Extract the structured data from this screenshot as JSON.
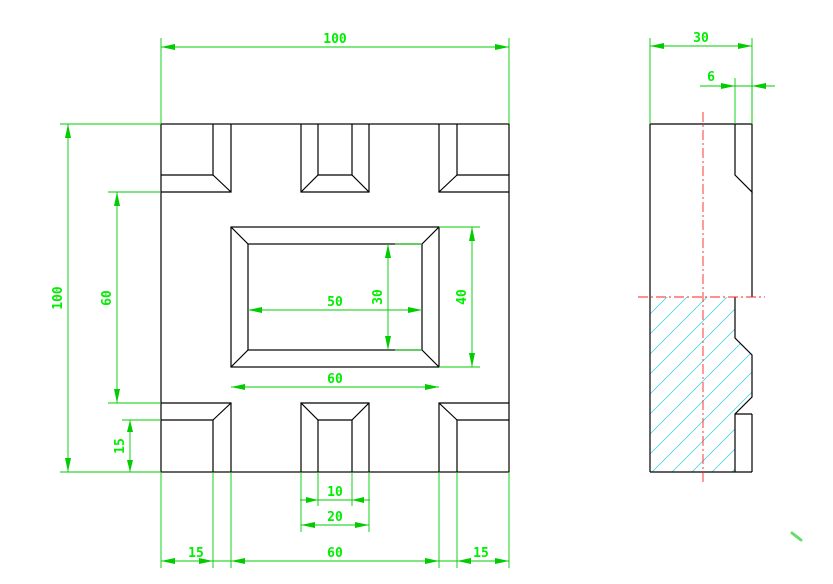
{
  "dimensions": {
    "top_width": "100",
    "side_width": "30",
    "side_depth": "6",
    "left_height": "100",
    "inner_height": "60",
    "bottom_slot": "15",
    "frame_width": "50",
    "frame_height_inner": "30",
    "frame_height_outer": "40",
    "frame_width_outer": "60",
    "slot_inner": "10",
    "slot_outer": "20",
    "bottom_left": "15",
    "bottom_mid": "60",
    "bottom_right": "15"
  },
  "colors": {
    "object": "#000000",
    "dimension": "#00cc00",
    "centerline": "#ff2222",
    "hatch": "#33ccdd"
  }
}
